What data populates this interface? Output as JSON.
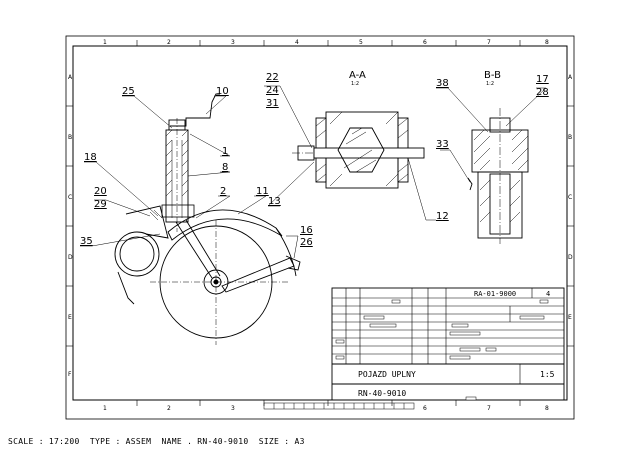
{
  "footer": {
    "text": "SCALE : 17:200  TYPE : ASSEM  NAME . RN-40-9010  SIZE : A3"
  },
  "zones": {
    "columns": [
      "1",
      "2",
      "3",
      "4",
      "5",
      "6",
      "7",
      "8"
    ],
    "rows": [
      "A",
      "B",
      "C",
      "D",
      "E",
      "F"
    ]
  },
  "sections": {
    "aa": {
      "title": "A-A",
      "scale": "1:2"
    },
    "bb": {
      "title": "B-B",
      "scale": "1:2"
    }
  },
  "balloons": {
    "b25": "25",
    "b10": "10",
    "b1": "1",
    "b8": "8",
    "b18": "18",
    "b2": "2",
    "b11": "11",
    "b20": "20",
    "b29": "29",
    "b35": "35",
    "b16": "16",
    "b26": "26",
    "b22": "22",
    "b24": "24",
    "b31": "31",
    "b13": "13",
    "b12": "12",
    "b38": "38",
    "b17": "17",
    "b28": "28",
    "b33": "33"
  },
  "title_block": {
    "header_code": "RA-01-9000",
    "header_sheet": "4",
    "title": "POJAZD UPLNY",
    "scale": "1:5",
    "drawing_number": "RN-40-9010"
  }
}
